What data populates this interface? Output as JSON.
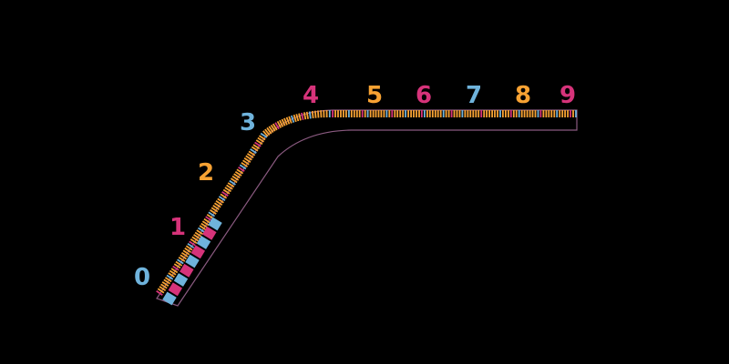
{
  "background": "#000000",
  "colors": {
    "pink": "#d6337a",
    "orange": "#f7a233",
    "blue": "#6fb3dc",
    "outline": "#8a5a80"
  },
  "digits": [
    {
      "label": "0",
      "color": "#6fb3dc"
    },
    {
      "label": "1",
      "color": "#d6337a"
    },
    {
      "label": "2",
      "color": "#f7a233"
    },
    {
      "label": "3",
      "color": "#6fb3dc"
    },
    {
      "label": "4",
      "color": "#d6337a"
    },
    {
      "label": "5",
      "color": "#f7a233"
    },
    {
      "label": "6",
      "color": "#d6337a"
    },
    {
      "label": "7",
      "color": "#6fb3dc"
    },
    {
      "label": "8",
      "color": "#f7a233"
    },
    {
      "label": "9",
      "color": "#d6337a"
    }
  ]
}
